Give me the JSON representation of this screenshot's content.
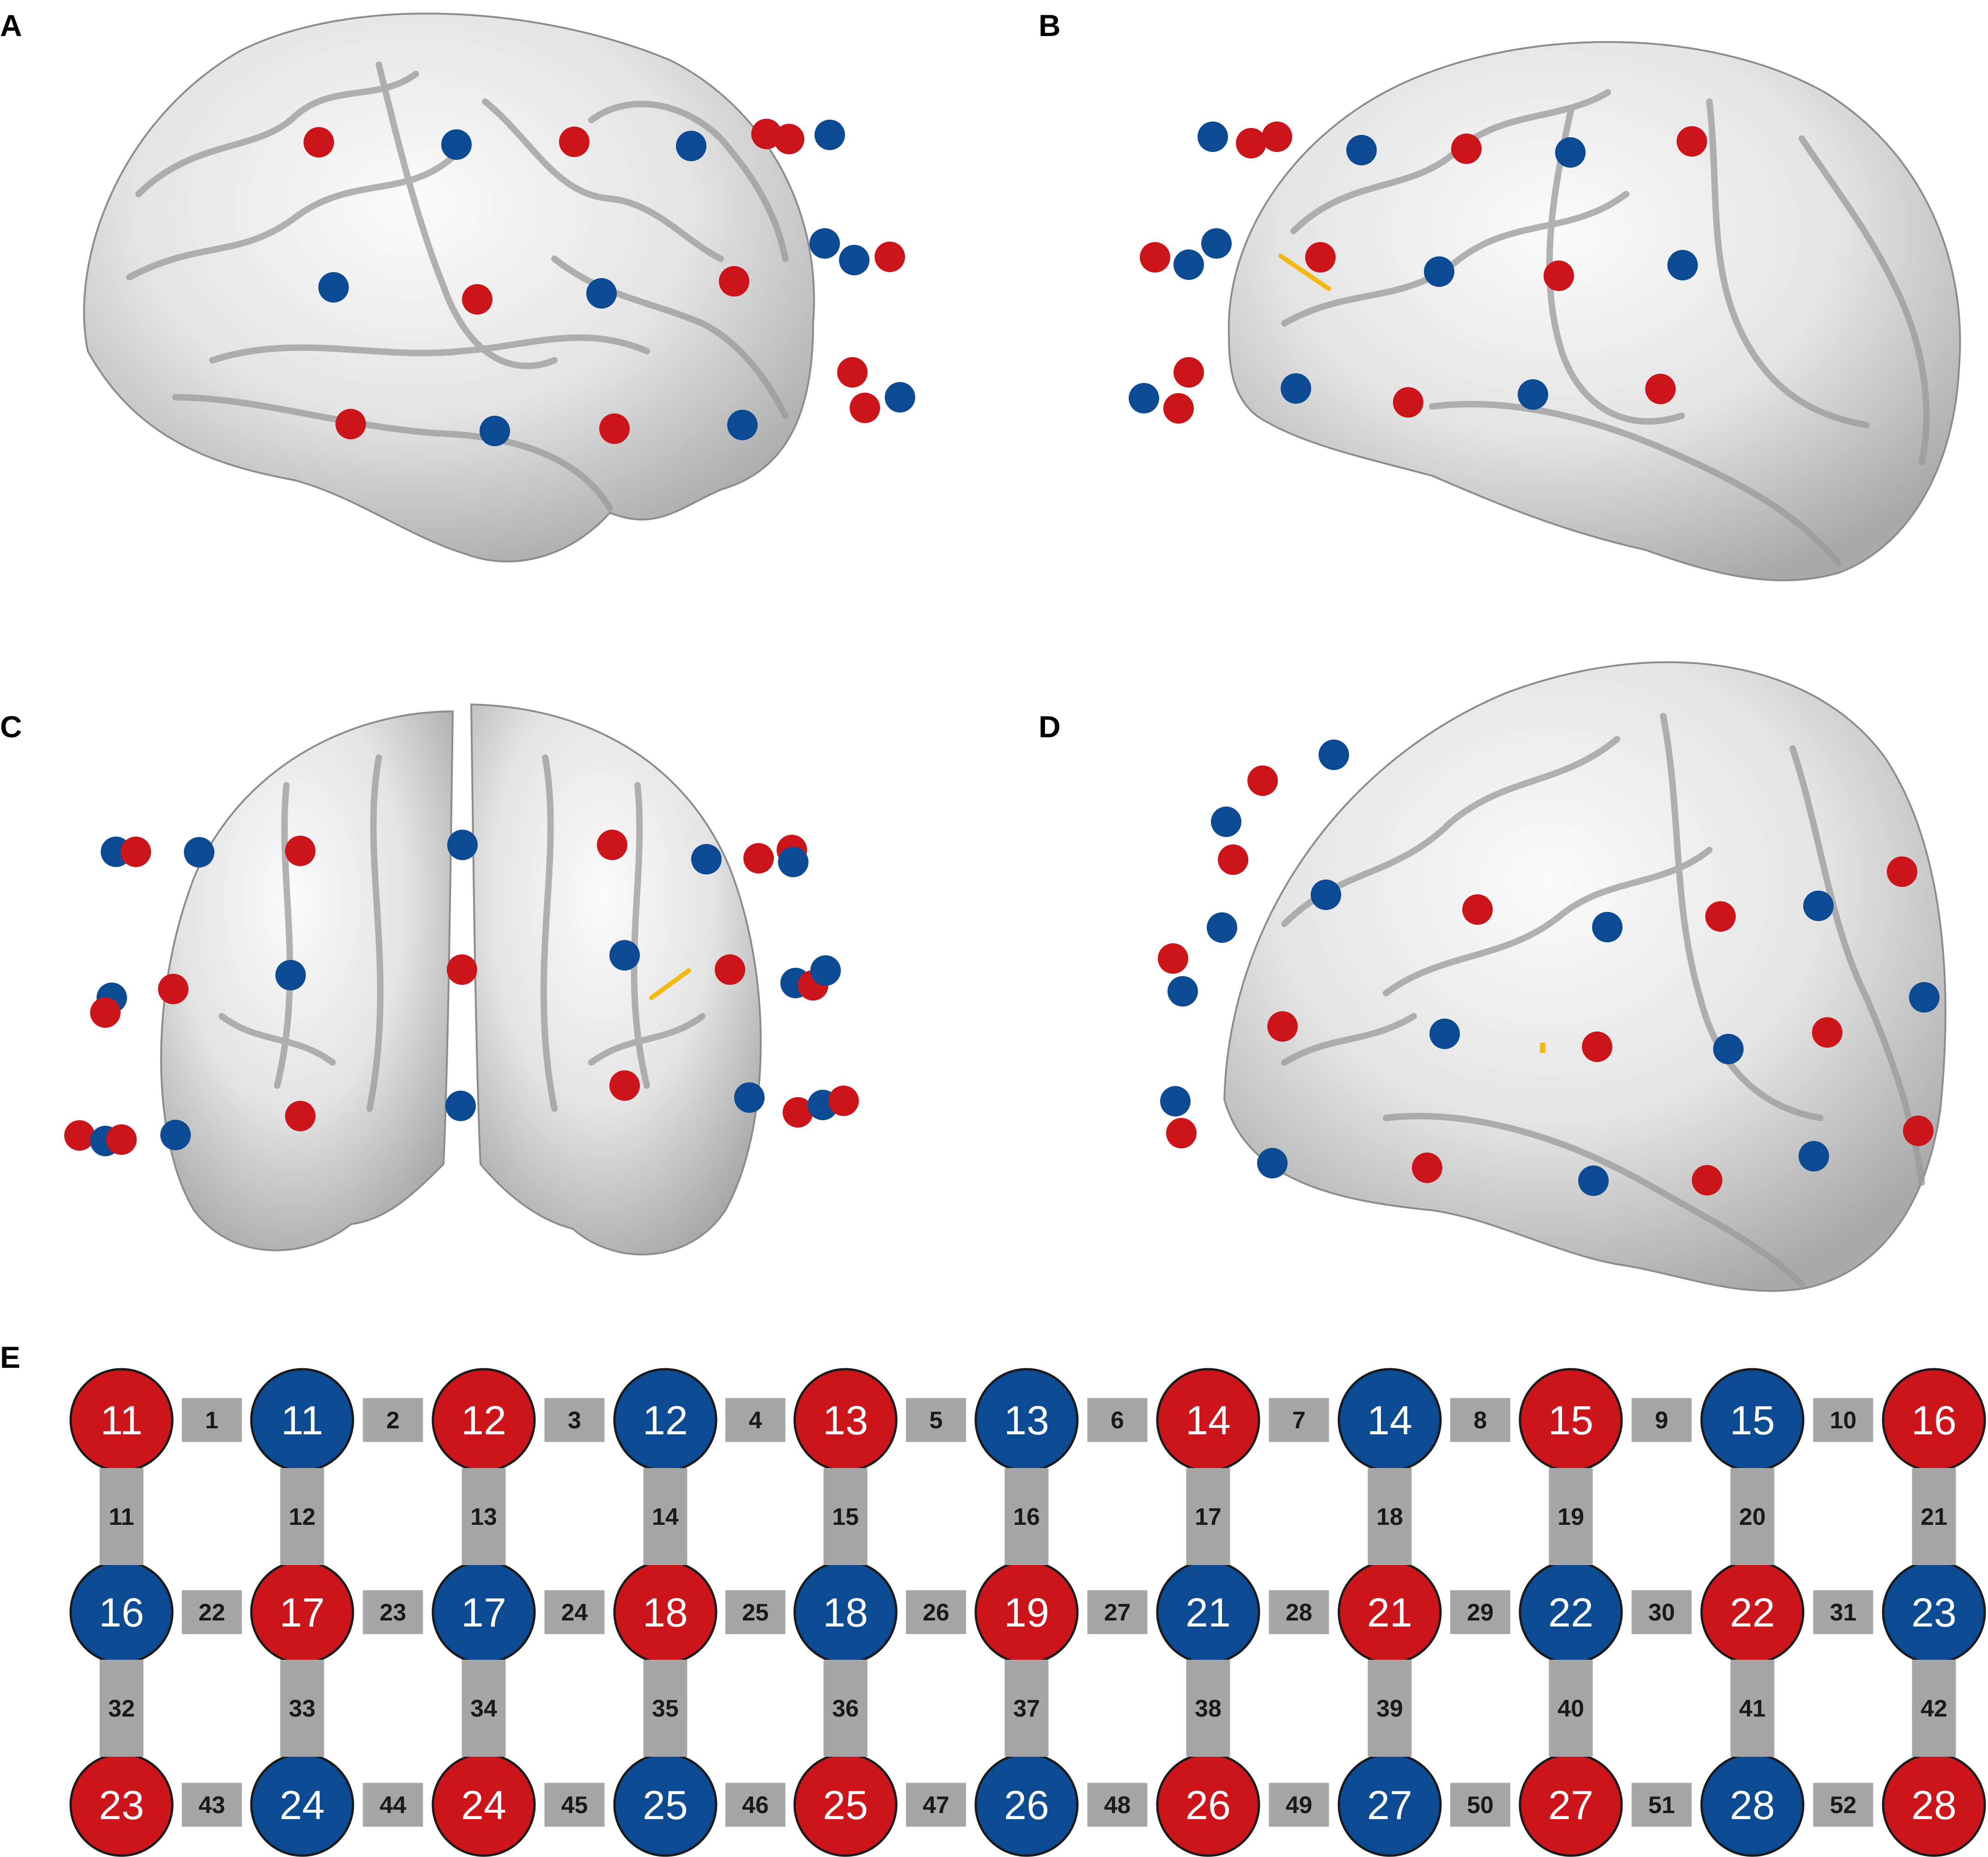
{
  "panels": {
    "a": "A",
    "b": "B",
    "c": "C",
    "d": "D",
    "e": "E"
  },
  "colors": {
    "source": "#cc141b",
    "detector": "#0d4a94",
    "channel": "#a6a6a6",
    "highlight": "#f2b90f",
    "brain_fill": "#eeeeee",
    "brain_shadow": "#9e9e9e"
  },
  "layout_grid": {
    "rows": [
      {
        "nodes": [
          {
            "label": "11",
            "type": "source"
          },
          {
            "label": "11",
            "type": "detector"
          },
          {
            "label": "12",
            "type": "source"
          },
          {
            "label": "12",
            "type": "detector"
          },
          {
            "label": "13",
            "type": "source"
          },
          {
            "label": "13",
            "type": "detector"
          },
          {
            "label": "14",
            "type": "source"
          },
          {
            "label": "14",
            "type": "detector"
          },
          {
            "label": "15",
            "type": "source"
          },
          {
            "label": "15",
            "type": "detector"
          },
          {
            "label": "16",
            "type": "source"
          }
        ],
        "channels": [
          "1",
          "2",
          "3",
          "4",
          "5",
          "6",
          "7",
          "8",
          "9",
          "10"
        ]
      },
      {
        "nodes": [
          {
            "label": "16",
            "type": "detector"
          },
          {
            "label": "17",
            "type": "source"
          },
          {
            "label": "17",
            "type": "detector"
          },
          {
            "label": "18",
            "type": "source"
          },
          {
            "label": "18",
            "type": "detector"
          },
          {
            "label": "19",
            "type": "source"
          },
          {
            "label": "21",
            "type": "detector"
          },
          {
            "label": "21",
            "type": "source"
          },
          {
            "label": "22",
            "type": "detector"
          },
          {
            "label": "22",
            "type": "source"
          },
          {
            "label": "23",
            "type": "detector"
          }
        ],
        "channels": [
          "22",
          "23",
          "24",
          "25",
          "26",
          "27",
          "28",
          "29",
          "30",
          "31"
        ]
      },
      {
        "nodes": [
          {
            "label": "23",
            "type": "source"
          },
          {
            "label": "24",
            "type": "detector"
          },
          {
            "label": "24",
            "type": "source"
          },
          {
            "label": "25",
            "type": "detector"
          },
          {
            "label": "25",
            "type": "source"
          },
          {
            "label": "26",
            "type": "detector"
          },
          {
            "label": "26",
            "type": "source"
          },
          {
            "label": "27",
            "type": "detector"
          },
          {
            "label": "27",
            "type": "source"
          },
          {
            "label": "28",
            "type": "detector"
          },
          {
            "label": "28",
            "type": "source"
          }
        ],
        "channels": [
          "43",
          "44",
          "45",
          "46",
          "47",
          "48",
          "49",
          "50",
          "51",
          "52"
        ]
      }
    ],
    "vertical_channels": [
      [
        "11",
        "12",
        "13",
        "14",
        "15",
        "16",
        "17",
        "18",
        "19",
        "20",
        "21"
      ],
      [
        "32",
        "33",
        "34",
        "35",
        "36",
        "37",
        "38",
        "39",
        "40",
        "41",
        "42"
      ]
    ]
  }
}
